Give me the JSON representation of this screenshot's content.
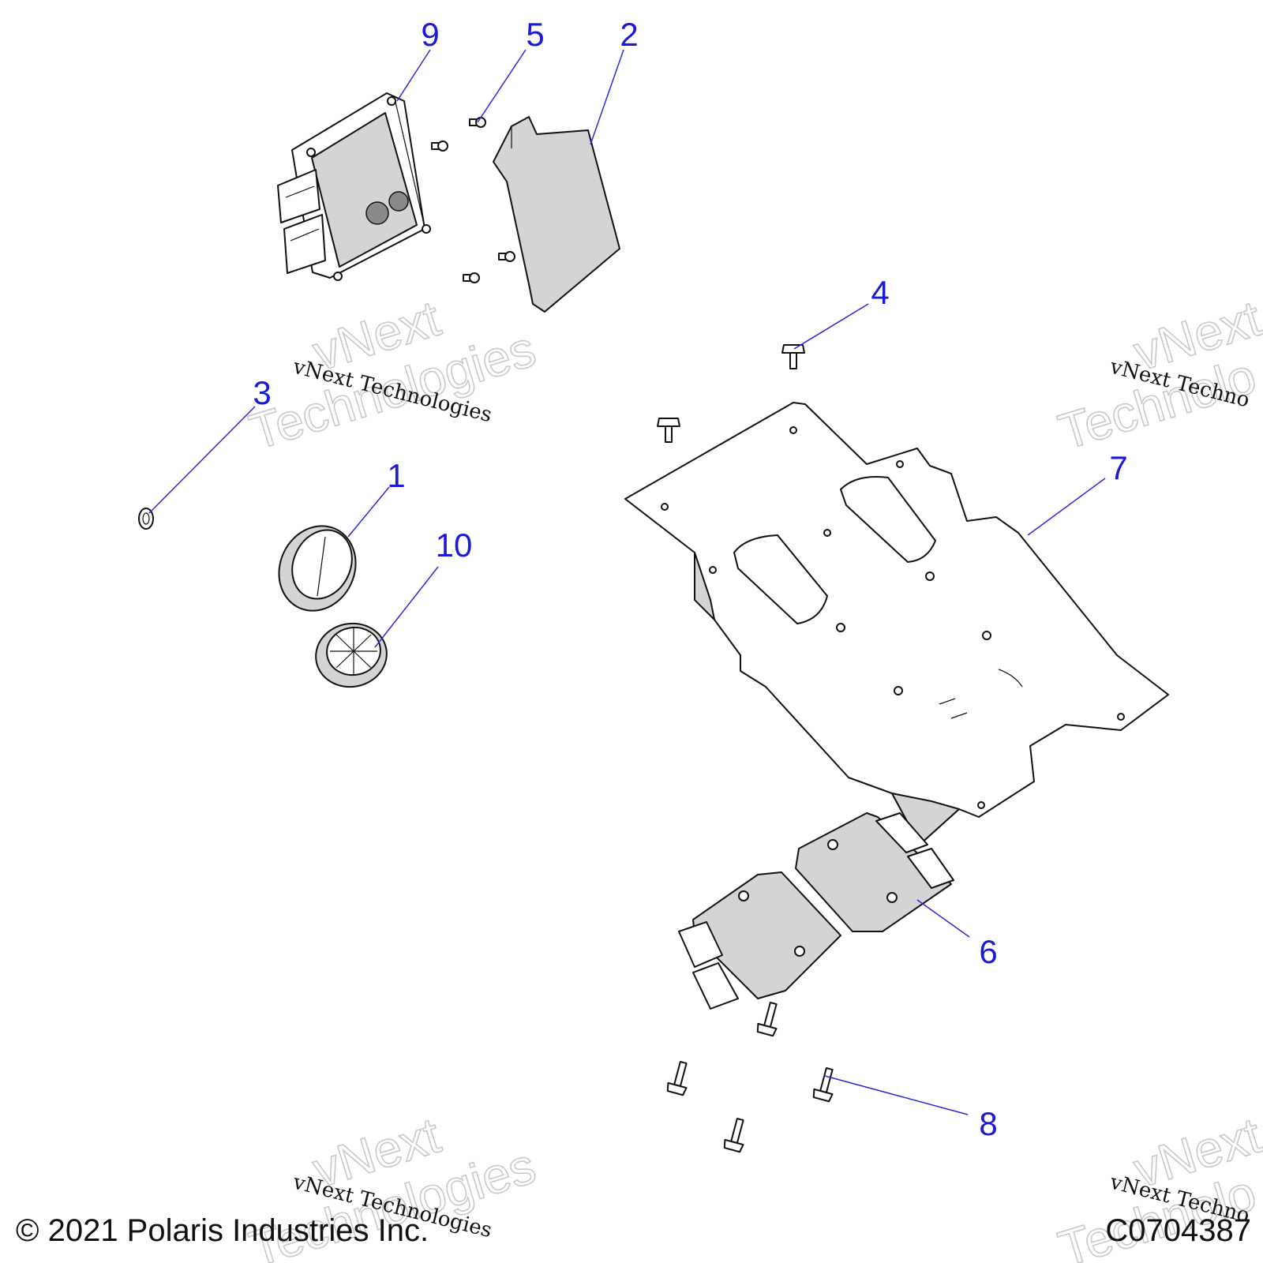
{
  "callouts": [
    {
      "label": "1"
    },
    {
      "label": "2"
    },
    {
      "label": "3"
    },
    {
      "label": "4"
    },
    {
      "label": "5"
    },
    {
      "label": "6"
    },
    {
      "label": "7"
    },
    {
      "label": "8"
    },
    {
      "label": "9"
    },
    {
      "label": "10"
    }
  ],
  "watermark": {
    "small": "vNext Technologies",
    "line1": "vNext",
    "line2": "Technologies",
    "small_partial": "vNext Techno",
    "line1_partial": "vNext",
    "line2_partial": "Technolo"
  },
  "footer": {
    "copyright": "© 2021 Polaris Industries Inc.",
    "code": "C0704387"
  },
  "colors": {
    "callout": "#1a1ad8",
    "leader": "#2b2bd6",
    "part_shade": "#d4d4d4",
    "watermark_outline": "#c9c9c9"
  }
}
